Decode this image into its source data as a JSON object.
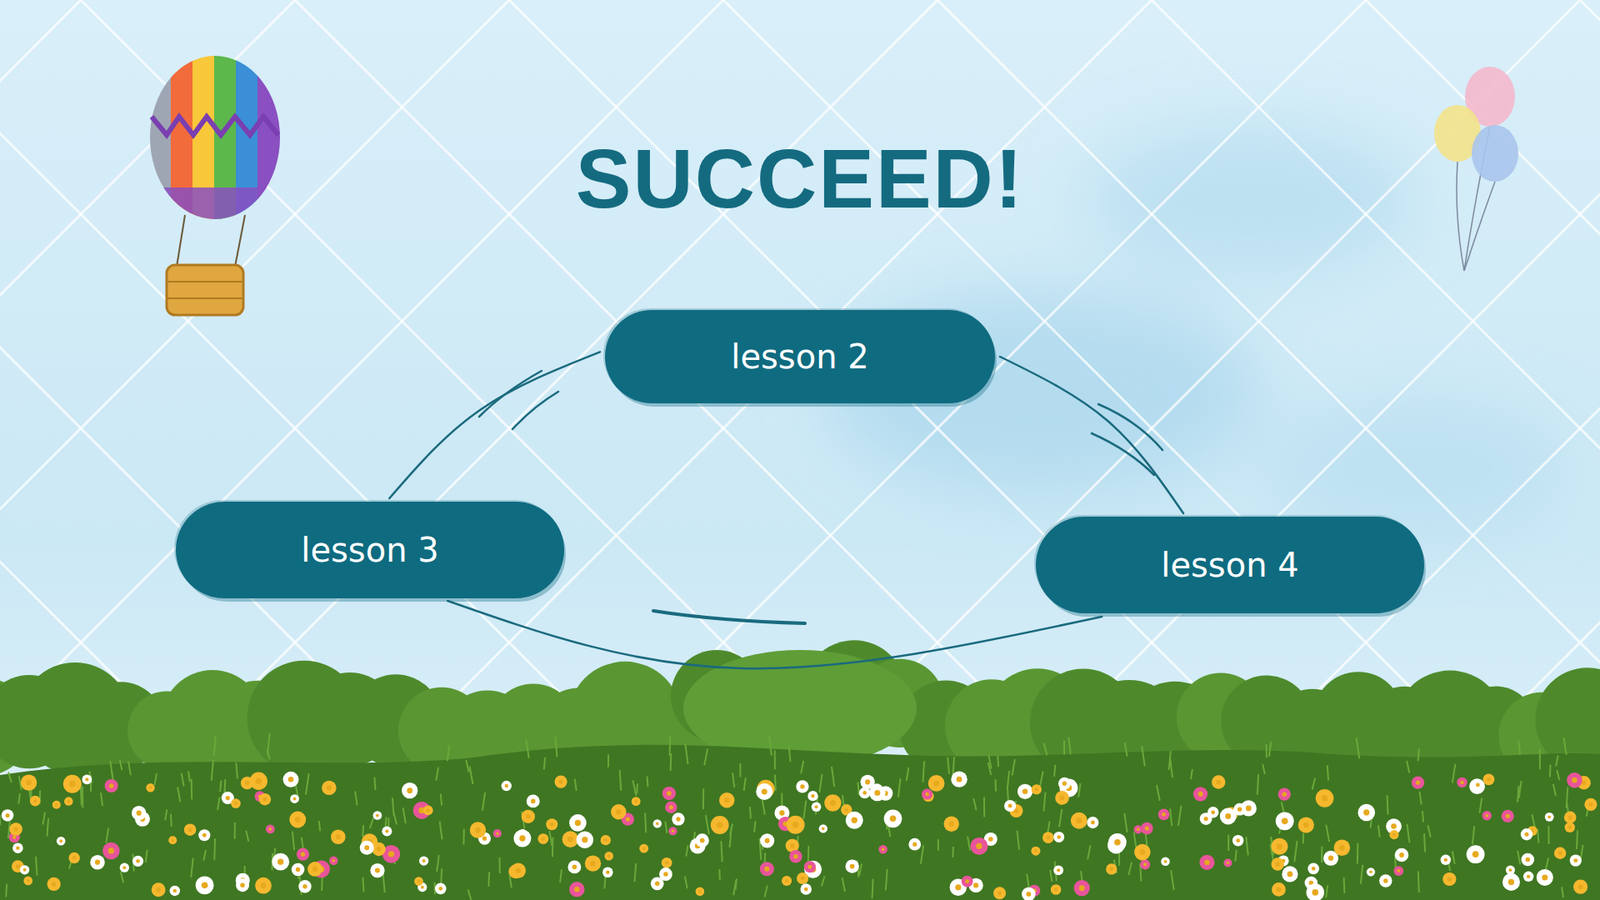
{
  "diagram": {
    "title": "SUCCEED!",
    "nodes": [
      {
        "text": [
          "lesson 2"
        ]
      },
      {
        "text": [
          "lesson 3"
        ]
      },
      {
        "text": [
          "lesson 4"
        ]
      }
    ],
    "edges": [
      {
        "from": 1,
        "to": 0,
        "arrow": "none"
      },
      {
        "from": 0,
        "to": 2,
        "arrow": "none"
      },
      {
        "from": 1,
        "to": 2,
        "arrow": "none"
      }
    ]
  }
}
